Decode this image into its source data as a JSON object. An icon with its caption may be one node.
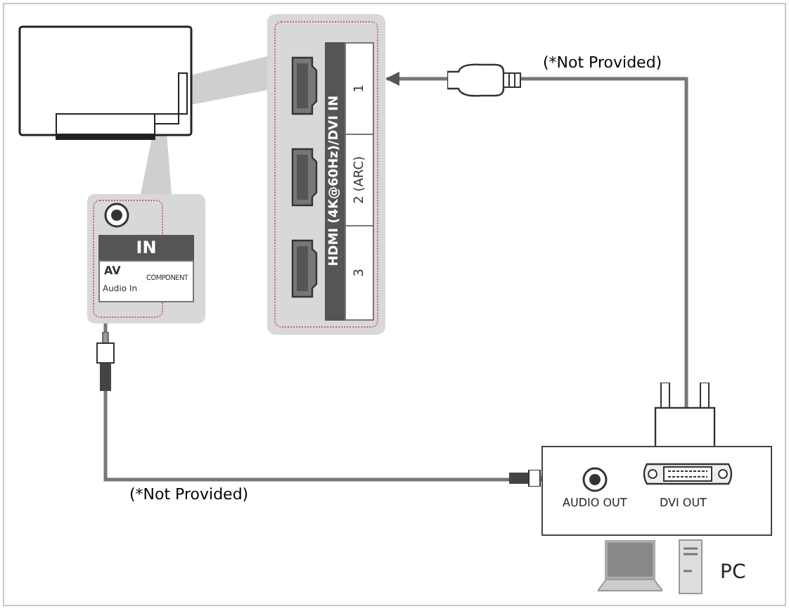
{
  "diagram": {
    "nodes": [
      {
        "text": [],
        "shape": "box"
      },
      {
        "text": [
          "HDMI (4K@60Hz)/DVI IN",
          "1",
          "2 (ARC)",
          "3"
        ]
      },
      {
        "text": [
          "IN",
          "AV",
          "Audio In",
          "COMPONENT"
        ]
      },
      {
        "text": [],
        "shape": "box"
      },
      {
        "text": [
          "AUDIO OUT"
        ],
        "in": 3
      },
      {
        "text": [
          "DVI OUT"
        ],
        "in": 3
      }
    ],
    "edges": [
      {
        "from": 0,
        "to": 1,
        "arrow": "none"
      },
      {
        "from": 0,
        "to": 2,
        "arrow": "none"
      },
      {
        "from": 5,
        "to": 1,
        "arrow": "to",
        "label": "(*Not Provided)"
      },
      {
        "from": 4,
        "to": 2,
        "arrow": "none",
        "label": "(*Not Provided)"
      }
    ],
    "labels": [
      "PC"
    ]
  }
}
